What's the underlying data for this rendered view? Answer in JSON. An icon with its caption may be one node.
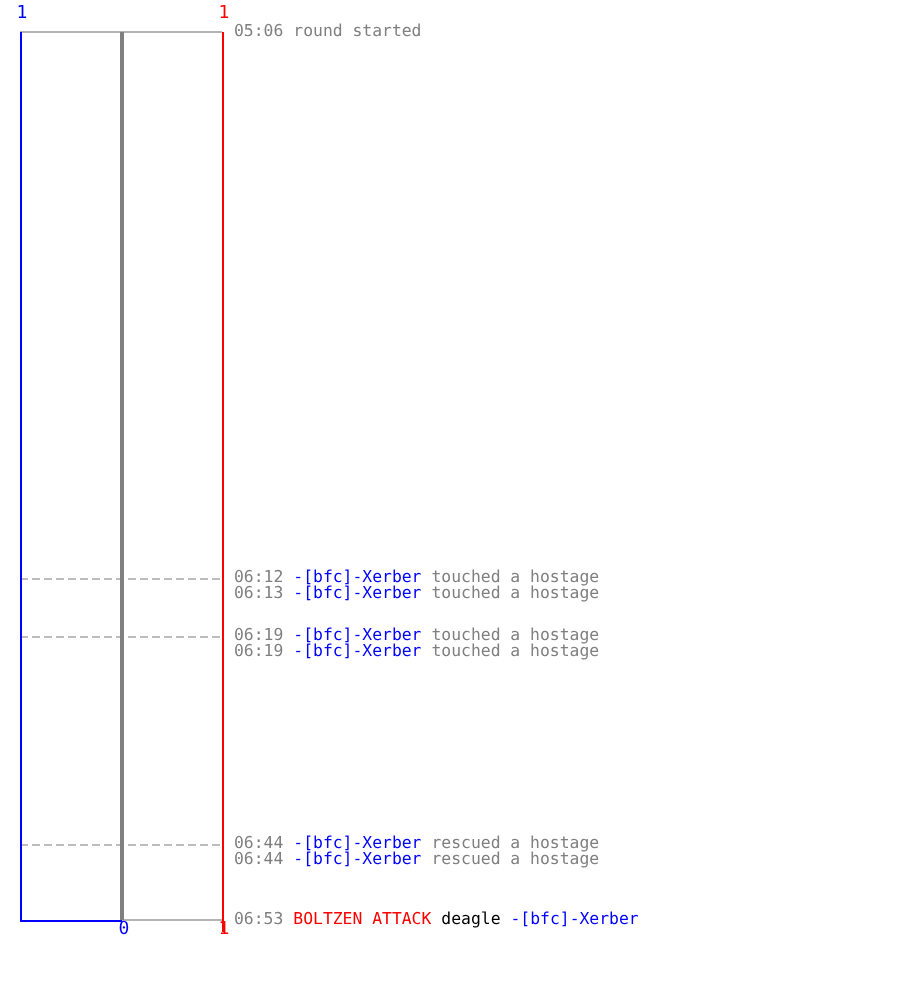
{
  "diagram": {
    "nodes": [
      {
        "text": [
          "05:06",
          "round started"
        ]
      },
      {
        "text": [
          "06:12",
          "-[bfc]-Xerber",
          "touched a hostage"
        ]
      },
      {
        "text": [
          "06:13",
          "-[bfc]-Xerber",
          "touched a hostage"
        ]
      },
      {
        "text": [
          "06:19",
          "-[bfc]-Xerber",
          "touched a hostage"
        ]
      },
      {
        "text": [
          "06:19",
          "-[bfc]-Xerber",
          "touched a hostage"
        ]
      },
      {
        "text": [
          "06:44",
          "-[bfc]-Xerber",
          "rescued a hostage"
        ]
      },
      {
        "text": [
          "06:44",
          "-[bfc]-Xerber",
          "rescued a hostage"
        ]
      },
      {
        "text": [
          "06:53",
          "BOLTZEN ATTACK",
          "deagle",
          "-[bfc]-Xerber"
        ]
      }
    ],
    "labels": [
      "1",
      "1",
      "0",
      "1"
    ]
  }
}
